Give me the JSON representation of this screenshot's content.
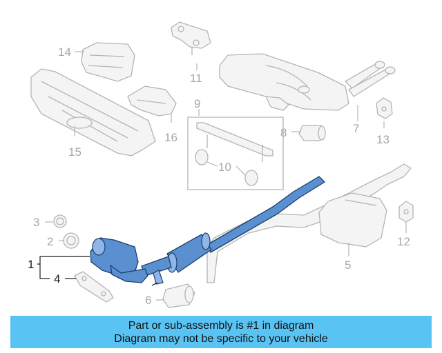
{
  "callouts": {
    "c1": "1",
    "c2": "2",
    "c3": "3",
    "c4": "4",
    "c5": "5",
    "c6": "6",
    "c7": "7",
    "c8": "8",
    "c9": "9",
    "c10": "10",
    "c11": "11",
    "c12": "12",
    "c13": "13",
    "c14": "14",
    "c15": "15",
    "c16": "16"
  },
  "highlighted_part": "1",
  "colors": {
    "highlight_fill": "#5a8fd0",
    "highlight_stroke": "#1b3d6e",
    "ghost_stroke": "#b4b4b4",
    "banner": "#59c3f3"
  },
  "footer": {
    "line1": "Part or sub-assembly is #1 in diagram",
    "line2": "Diagram may not be specific to your vehicle"
  }
}
